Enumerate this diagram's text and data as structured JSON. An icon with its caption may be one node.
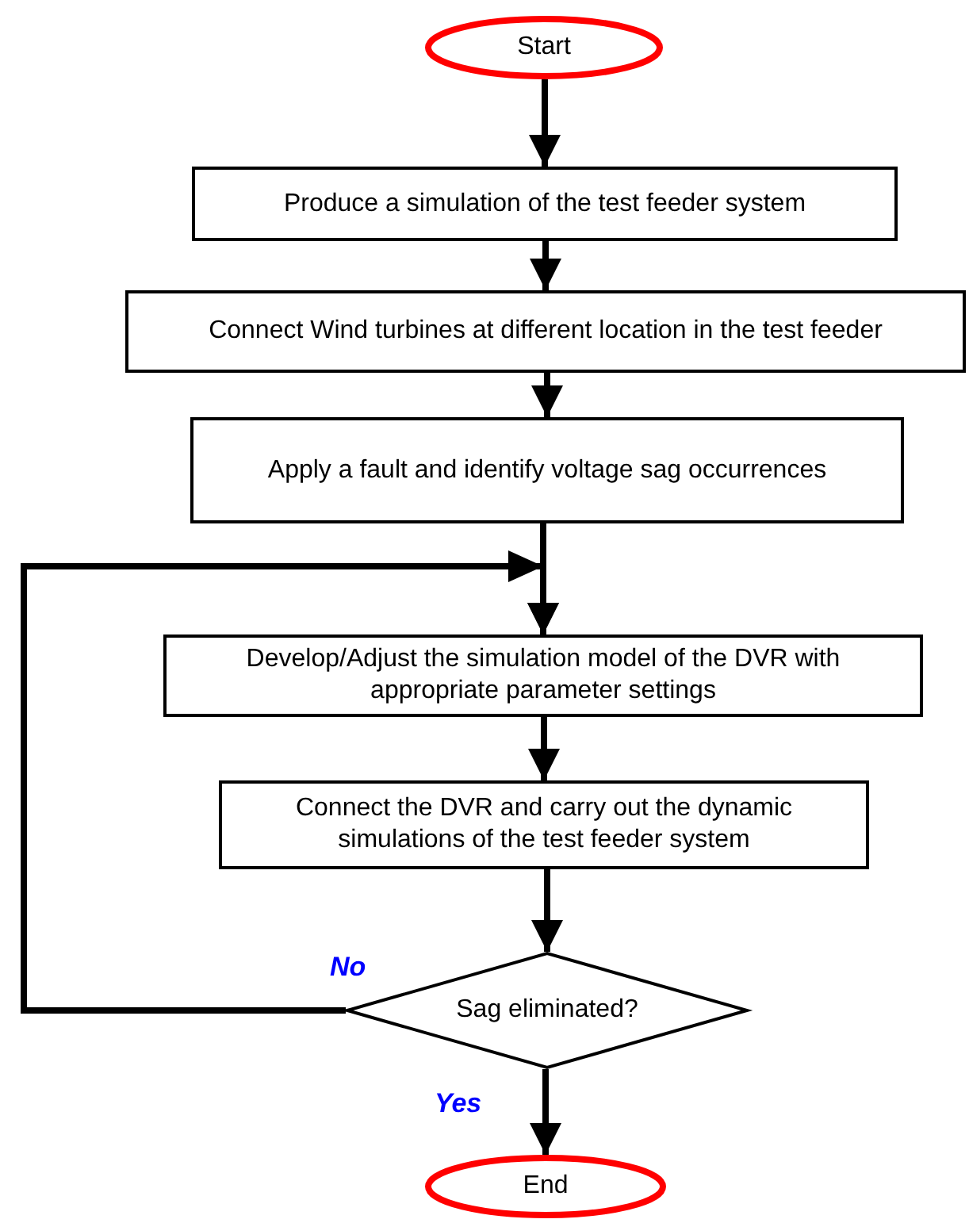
{
  "diagram": {
    "nodes": [
      {
        "text": [
          "Start"
        ]
      },
      {
        "text": [
          "Produce a simulation of the test feeder system"
        ]
      },
      {
        "text": [
          "Connect Wind turbines at different location in the test feeder"
        ]
      },
      {
        "text": [
          "Apply a fault and identify voltage sag occurrences"
        ]
      },
      {
        "text": [
          "Develop/Adjust the simulation model of the DVR with appropriate parameter settings"
        ]
      },
      {
        "text": [
          "Connect the DVR and carry out the dynamic simulations of the test feeder system"
        ]
      },
      {
        "text": [
          "Sag eliminated?"
        ]
      },
      {
        "text": [
          "End"
        ]
      }
    ],
    "edges": [
      {
        "from": 0,
        "to": 1,
        "arrow": "to"
      },
      {
        "from": 1,
        "to": 2,
        "arrow": "to"
      },
      {
        "from": 2,
        "to": 3,
        "arrow": "to"
      },
      {
        "from": 3,
        "to": 4,
        "arrow": "to"
      },
      {
        "from": 4,
        "to": 5,
        "arrow": "to"
      },
      {
        "from": 5,
        "to": 6,
        "arrow": "to"
      },
      {
        "from": 6,
        "to": 7,
        "label": "Yes",
        "arrow": "to"
      },
      {
        "from": 6,
        "to": 4,
        "label": "No",
        "arrow": "to"
      }
    ]
  }
}
